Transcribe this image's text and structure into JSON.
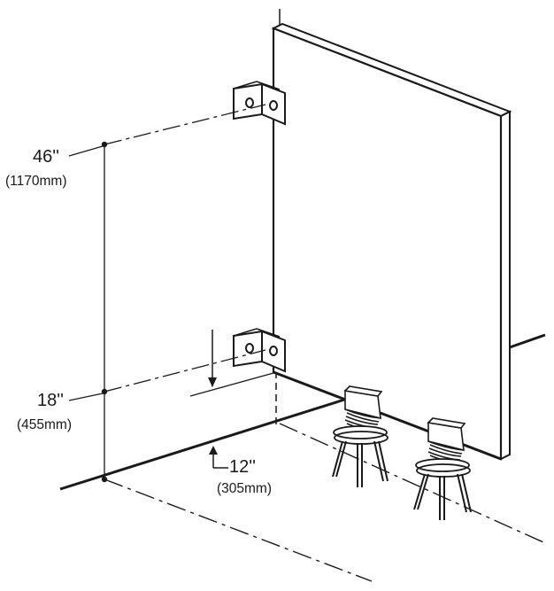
{
  "dimensions": {
    "upper_bracket_height": {
      "imperial": "46''",
      "metric": "(1170mm)"
    },
    "lower_bracket_height": {
      "imperial": "18''",
      "metric": "(455mm)"
    },
    "wall_offset": {
      "imperial": "12''",
      "metric": "(305mm)"
    }
  },
  "colors": {
    "line": "#1a1a1a",
    "background": "#ffffff"
  }
}
